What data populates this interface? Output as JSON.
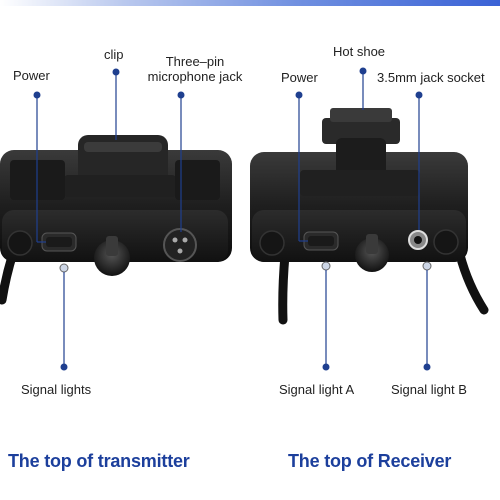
{
  "labels": {
    "power_tx": "Power",
    "clip": "clip",
    "three_pin_line1": "Three–pin",
    "three_pin_line2": "microphone jack",
    "signal_lights": "Signal lights",
    "hot_shoe": "Hot shoe",
    "power_rx": "Power",
    "jack_socket": "3.5mm jack socket",
    "signal_light_a": "Signal light A",
    "signal_light_b": "Signal light B"
  },
  "headings": {
    "transmitter": "The top of transmitter",
    "receiver": "The top of Receiver"
  },
  "colors": {
    "accent": "#1c3f9c",
    "pointer": "#1f3f8f",
    "device_body": "#1a1a1a"
  }
}
